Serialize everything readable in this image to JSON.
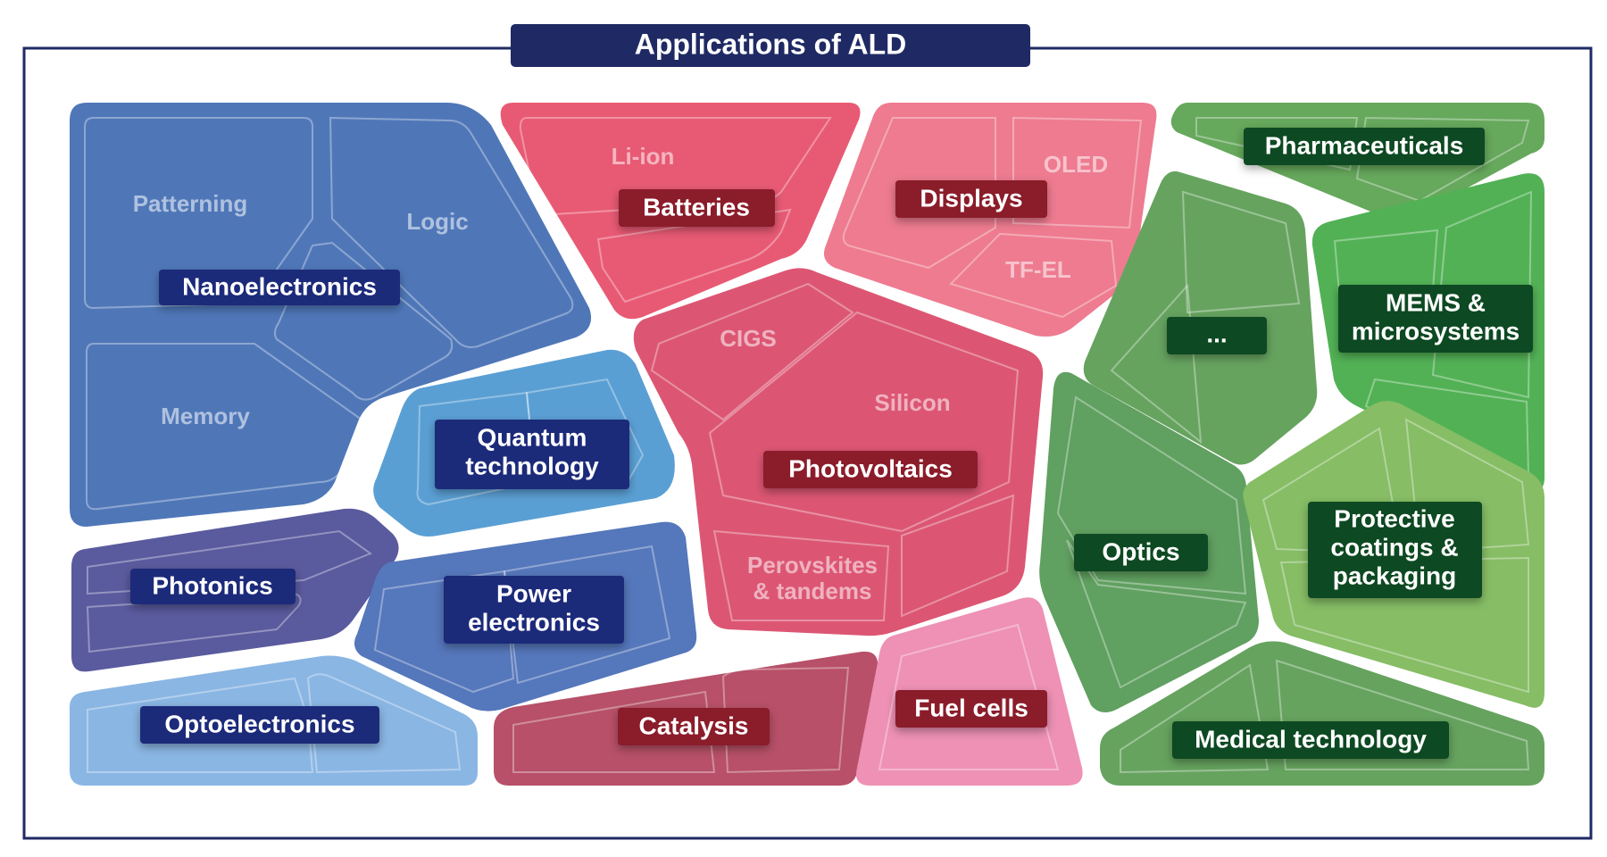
{
  "title": "Applications of ALD",
  "colors": {
    "frame": "#1f2a64",
    "label_blue": "#1f2a7a",
    "label_red": "#8b1a2b",
    "label_green": "#0f4a24"
  },
  "regions": {
    "nanoelectronics": {
      "label": "Nanoelectronics",
      "sub": {
        "patterning": "Patterning",
        "logic": "Logic",
        "memory": "Memory"
      }
    },
    "quantum": {
      "label_line1": "Quantum",
      "label_line2": "technology"
    },
    "photonics": {
      "label": "Photonics"
    },
    "power": {
      "label_line1": "Power",
      "label_line2": "electronics"
    },
    "optoelectronics": {
      "label": "Optoelectronics"
    },
    "batteries": {
      "label": "Batteries",
      "sub": {
        "liion": "Li-ion"
      }
    },
    "displays": {
      "label": "Displays",
      "sub": {
        "oled": "OLED",
        "tfel": "TF-EL"
      }
    },
    "photovoltaics": {
      "label": "Photovoltaics",
      "sub": {
        "cigs": "CIGS",
        "silicon": "Silicon",
        "perovskites_line1": "Perovskites",
        "perovskites_line2": "& tandems"
      }
    },
    "catalysis": {
      "label": "Catalysis"
    },
    "fuelcells": {
      "label": "Fuel cells"
    },
    "pharmaceuticals": {
      "label": "Pharmaceuticals"
    },
    "ellipsis": {
      "label": "..."
    },
    "mems": {
      "label_line1": "MEMS &",
      "label_line2": "microsystems"
    },
    "optics": {
      "label": "Optics"
    },
    "protective": {
      "label_line1": "Protective",
      "label_line2": "coatings &",
      "label_line3": "packaging"
    },
    "medical": {
      "label": "Medical technology"
    }
  }
}
